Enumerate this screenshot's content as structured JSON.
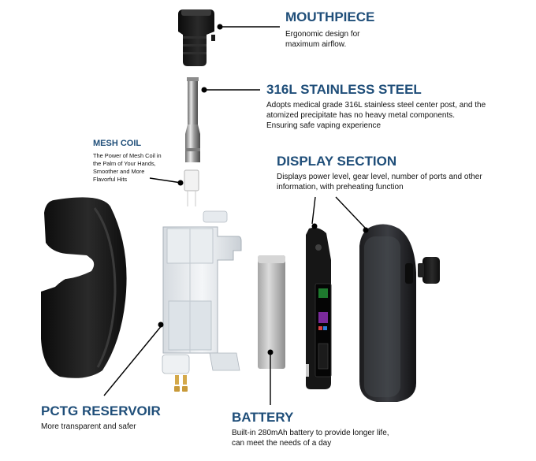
{
  "mouthpiece": {
    "title": "MOUTHPIECE",
    "desc_lines": [
      "Ergonomic design for",
      "maximum airflow."
    ]
  },
  "steel": {
    "title": "316L STAINLESS STEEL",
    "desc_lines": [
      "Adopts medical grade 316L stainless steel center post, and the",
      "atomized precipitate has no heavy metal components.",
      "Ensuring safe vaping experience"
    ]
  },
  "mesh_coil": {
    "title": "MESH COIL",
    "desc_lines": [
      "The Power of Mesh Coil in",
      "the Palm of Your Hands,",
      "Smoother and More",
      "Flavorful Hits"
    ]
  },
  "display": {
    "title": "DISPLAY SECTION",
    "desc_lines": [
      "Displays power level, gear level, number of ports and other",
      "information, with preheating function"
    ]
  },
  "reservoir": {
    "title": "PCTG RESERVOIR",
    "desc_lines": [
      "More transparent and safer"
    ]
  },
  "battery": {
    "title": "BATTERY",
    "desc_lines": [
      "Built-in 280mAh battery to provide longer life,",
      "can meet the needs of a day"
    ]
  },
  "colors": {
    "title": "#1f4e79",
    "text": "#111111",
    "body_black": "#151515",
    "clear_plastic": "#dfe4e8",
    "silver": "#b9b9b9"
  }
}
